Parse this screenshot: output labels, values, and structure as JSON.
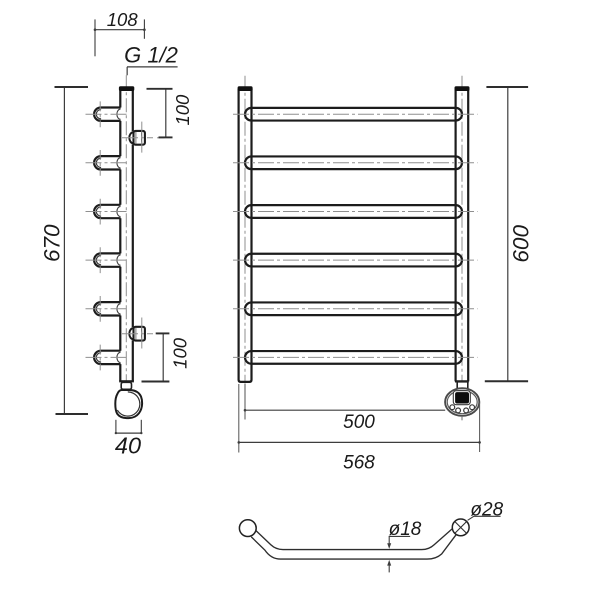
{
  "drawing": {
    "type": "technical-drawing",
    "views": [
      "side",
      "front",
      "rung-detail"
    ]
  },
  "labels": {
    "dim_depth": "108",
    "thread": "G 1/2",
    "dim_top_spacing": "100",
    "dim_bottom_spacing": "100",
    "dim_height_overall": "670",
    "dim_element_width": "40",
    "dim_rail_height": "600",
    "dim_axis_width": "500",
    "dim_overall_width": "568",
    "dia_mid": "ø18",
    "dia_end": "ø28"
  },
  "colors": {
    "background": "#ffffff",
    "outline": "#1c1c1c",
    "dimension_line": "#3d3d3d",
    "centerline": "#8f8f8f",
    "text": "#1a1a1a"
  }
}
